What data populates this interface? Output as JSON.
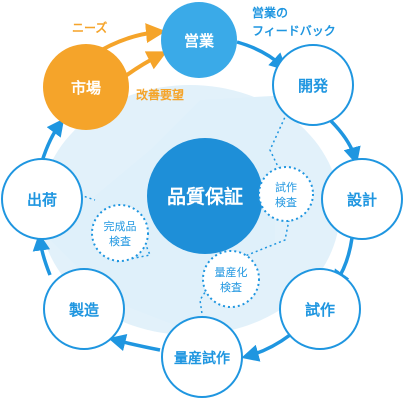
{
  "colors": {
    "blue": "#1f96e0",
    "light_blue": "#3aaae8",
    "center_blue": "#1e8fd8",
    "orange": "#f5a42a",
    "fill_bg": "#dff0fa",
    "white": "#ffffff"
  },
  "center": {
    "label": "品質保証"
  },
  "market": {
    "label": "市場"
  },
  "sales": {
    "label": "営業"
  },
  "cycle_nodes": {
    "kaihatsu": "開発",
    "sekkei": "設計",
    "shisaku": "試作",
    "ryousan_shisaku": "量産試作",
    "seizou": "製造",
    "shukka": "出荷"
  },
  "inspections": {
    "shisaku_kensa": [
      "試作",
      "検査"
    ],
    "ryousanka_kensa": [
      "量産化",
      "検査"
    ],
    "kanseihin_kensa": [
      "完成品",
      "検査"
    ]
  },
  "annotations": {
    "needs": "ニーズ",
    "kaizen": "改善要望",
    "feedback": [
      "営業の",
      "フィードバック"
    ]
  }
}
